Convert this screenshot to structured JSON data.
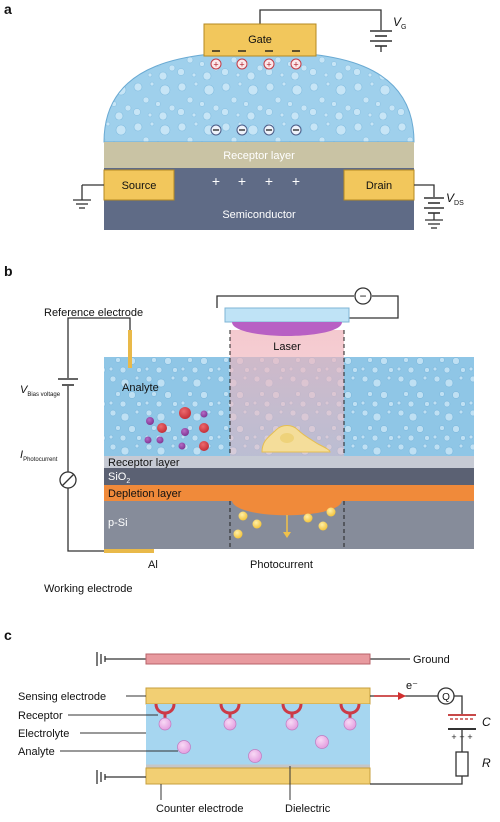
{
  "panel_a": {
    "letter": "a",
    "gate": "Gate",
    "receptor_layer": "Receptor layer",
    "source": "Source",
    "drain": "Drain",
    "semiconductor": "Semiconductor",
    "vg_main": "V",
    "vg_sub": "G",
    "vds_main": "V",
    "vds_sub": "DS",
    "plus_glyph": "+",
    "minus_glyph": "−"
  },
  "panel_b": {
    "letter": "b",
    "reference_electrode": "Reference electrode",
    "laser": "Laser",
    "analyte": "Analyte",
    "bias_main": "V",
    "bias_sub": "Bias voltage",
    "photo_main": "I",
    "photo_sub": "Photocurrent",
    "receptor_layer": "Receptor layer",
    "sio2_main": "SiO",
    "sio2_sub": "2",
    "depletion_layer": "Depletion layer",
    "psi": "p-Si",
    "al": "Al",
    "photocurrent": "Photocurrent",
    "working_electrode": "Working electrode",
    "meter_symbol": "−"
  },
  "panel_c": {
    "letter": "c",
    "ground": "Ground",
    "sensing_electrode": "Sensing electrode",
    "receptor": "Receptor",
    "electrolyte": "Electrolyte",
    "analyte": "Analyte",
    "counter_electrode": "Counter electrode",
    "dielectric": "Dielectric",
    "electron": "e⁻",
    "q_symbol": "Q",
    "c_label": "C",
    "r_label": "R"
  },
  "colors": {
    "gold": "#f2c75c",
    "liquid": "#9fd0ec",
    "semiconductor": "#5f6b86",
    "receptor": "#c9c3a4",
    "depletion": "#f08a3a",
    "laser": "#e29aa3",
    "receptor_red": "#d0383f",
    "analyte_pink": "#eab0e6"
  }
}
